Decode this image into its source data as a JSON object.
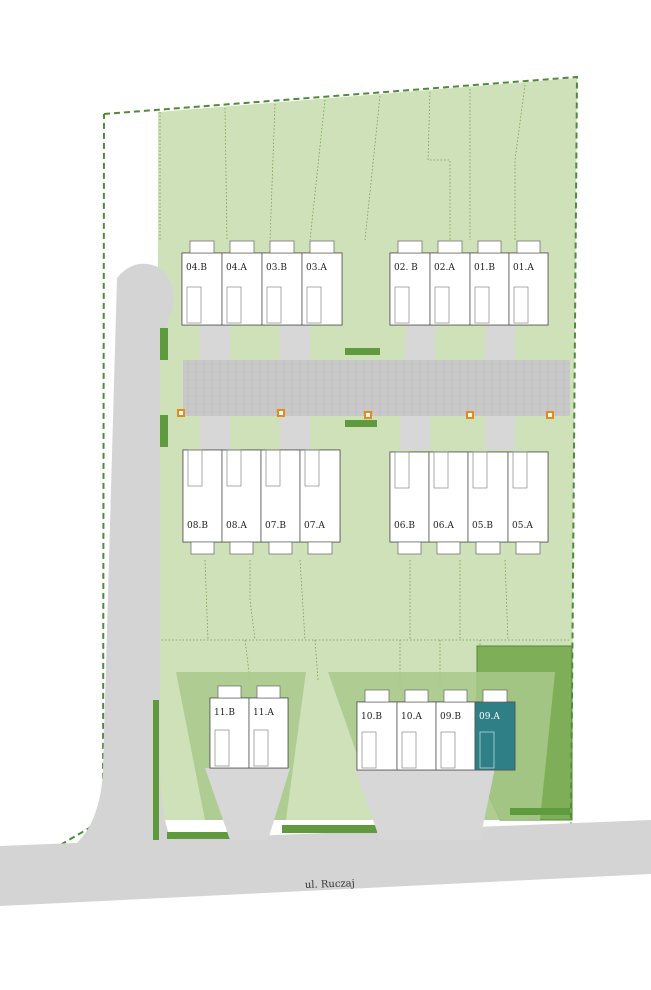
{
  "street": {
    "name": "ul. Ruczaj"
  },
  "colors": {
    "lawn": "#cfe1b9",
    "lawn_dark": "#b9d39b",
    "plot_line": "#7aa84f",
    "boundary": "#4f8a3a",
    "road": "#d2d2d2",
    "paving": "#c5c5c5",
    "building": "#ffffff",
    "selected": "#2e7f86",
    "hedge": "#5f9a3f",
    "accent_marker": "#e58a1f"
  },
  "units": {
    "u04b": "04.B",
    "u04a": "04.A",
    "u03b": "03.B",
    "u03a": "03.A",
    "u02b": "02. B",
    "u02a": "02.A",
    "u01b": "01.B",
    "u01a": "01.A",
    "u08b": "08.B",
    "u08a": "08.A",
    "u07b": "07.B",
    "u07a": "07.A",
    "u06b": "06.B",
    "u06a": "06.A",
    "u05b": "05.B",
    "u05a": "05.A",
    "u11b": "11.B",
    "u11a": "11.A",
    "u10b": "10.B",
    "u10a": "10.A",
    "u09b": "09.B",
    "u09a": "09.A"
  },
  "selected_unit": "09.A"
}
